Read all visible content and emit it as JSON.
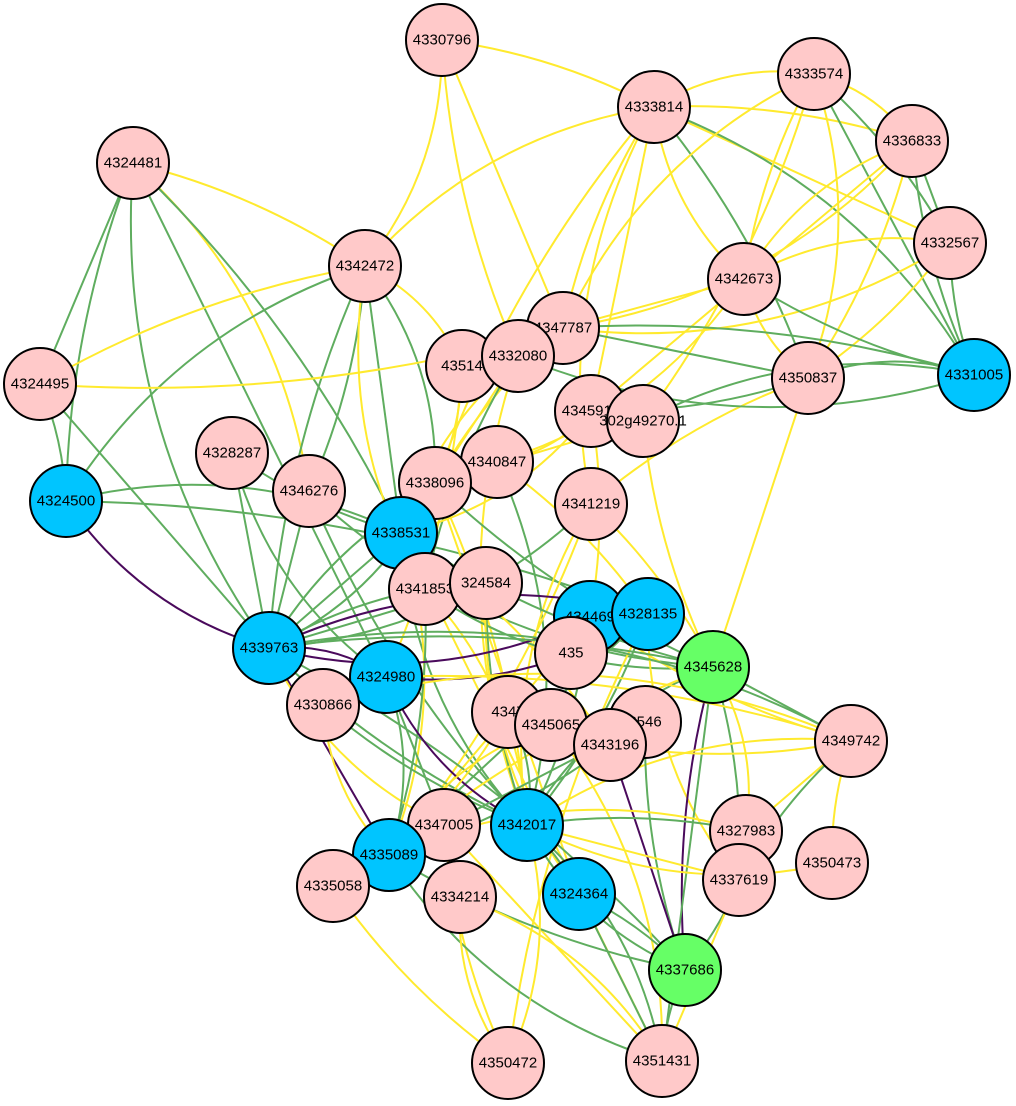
{
  "legend": {
    "node_colors": {
      "default": "#ffc9c9",
      "hub": "#00c5ff",
      "highlight": "#66ff66"
    },
    "edge_colors": {
      "yellow": "#ffea2e",
      "green": "#5fad5f",
      "purple": "#4a0a5c"
    }
  },
  "nodes": [
    {
      "id": "n4330796",
      "label": "4330796",
      "type": "default"
    },
    {
      "id": "n4333814",
      "label": "4333814",
      "type": "default"
    },
    {
      "id": "n4333574",
      "label": "4333574",
      "type": "default"
    },
    {
      "id": "n4336833",
      "label": "4336833",
      "type": "default"
    },
    {
      "id": "n4324481",
      "label": "4324481",
      "type": "default"
    },
    {
      "id": "n4342472",
      "label": "4342472",
      "type": "default"
    },
    {
      "id": "n4332567",
      "label": "4332567",
      "type": "default"
    },
    {
      "id": "n4342673",
      "label": "4342673",
      "type": "default"
    },
    {
      "id": "n4347787",
      "label": "4347787",
      "type": "default"
    },
    {
      "id": "n43514",
      "label": "43514",
      "type": "default"
    },
    {
      "id": "n4332080",
      "label": "4332080",
      "type": "default"
    },
    {
      "id": "n4324495",
      "label": "4324495",
      "type": "default"
    },
    {
      "id": "n4350837",
      "label": "4350837",
      "type": "default"
    },
    {
      "id": "n4331005",
      "label": "4331005",
      "type": "hub"
    },
    {
      "id": "n4345910",
      "label": "4345910",
      "type": "default"
    },
    {
      "id": "n302g49270",
      "label": "302g49270.1",
      "type": "default"
    },
    {
      "id": "n4328287",
      "label": "4328287",
      "type": "default"
    },
    {
      "id": "n4340847",
      "label": "4340847",
      "type": "default"
    },
    {
      "id": "n4346276",
      "label": "4346276",
      "type": "default"
    },
    {
      "id": "n4338096",
      "label": "4338096",
      "type": "default"
    },
    {
      "id": "n4341219",
      "label": "4341219",
      "type": "default"
    },
    {
      "id": "n4324500",
      "label": "4324500",
      "type": "hub"
    },
    {
      "id": "n4338531",
      "label": "4338531",
      "type": "hub"
    },
    {
      "id": "n4341853",
      "label": "4341853",
      "type": "default"
    },
    {
      "id": "n324584",
      "label": "324584",
      "type": "default"
    },
    {
      "id": "n434469",
      "label": "434469",
      "type": "hub"
    },
    {
      "id": "n4328135",
      "label": "4328135",
      "type": "hub"
    },
    {
      "id": "n4339763",
      "label": "4339763",
      "type": "hub"
    },
    {
      "id": "n4345628",
      "label": "4345628",
      "type": "highlight"
    },
    {
      "id": "n435",
      "label": "435",
      "type": "default"
    },
    {
      "id": "n4324980",
      "label": "4324980",
      "type": "hub"
    },
    {
      "id": "n4330866",
      "label": "4330866",
      "type": "default"
    },
    {
      "id": "n4349742",
      "label": "4349742",
      "type": "default"
    },
    {
      "id": "n4347",
      "label": "4347",
      "type": "default"
    },
    {
      "id": "n6546",
      "label": "6546",
      "type": "default"
    },
    {
      "id": "n4345065",
      "label": "4345065",
      "type": "default"
    },
    {
      "id": "n4343196",
      "label": "4343196",
      "type": "default"
    },
    {
      "id": "n4327983",
      "label": "4327983",
      "type": "default"
    },
    {
      "id": "n4347005",
      "label": "4347005",
      "type": "default"
    },
    {
      "id": "n4342017",
      "label": "4342017",
      "type": "hub"
    },
    {
      "id": "n4350473",
      "label": "4350473",
      "type": "default"
    },
    {
      "id": "n4335089",
      "label": "4335089",
      "type": "hub"
    },
    {
      "id": "n4337619",
      "label": "4337619",
      "type": "default"
    },
    {
      "id": "n4335058",
      "label": "4335058",
      "type": "default"
    },
    {
      "id": "n4334214",
      "label": "4334214",
      "type": "default"
    },
    {
      "id": "n4324364",
      "label": "4324364",
      "type": "hub"
    },
    {
      "id": "n4337686",
      "label": "4337686",
      "type": "highlight"
    },
    {
      "id": "n4350472",
      "label": "4350472",
      "type": "default"
    },
    {
      "id": "n4351431",
      "label": "4351431",
      "type": "default"
    }
  ],
  "edges": [
    [
      "n4330796",
      "n4342472",
      "yellow"
    ],
    [
      "n4330796",
      "n4333814",
      "yellow"
    ],
    [
      "n4330796",
      "n4347787",
      "yellow"
    ],
    [
      "n4330796",
      "n4332080",
      "yellow"
    ],
    [
      "n4333814",
      "n4342472",
      "yellow"
    ],
    [
      "n4333814",
      "n4333574",
      "yellow"
    ],
    [
      "n4333814",
      "n4336833",
      "yellow"
    ],
    [
      "n4333814",
      "n4332567",
      "yellow"
    ],
    [
      "n4333814",
      "n4347787",
      "yellow"
    ],
    [
      "n4333814",
      "n4342673",
      "yellow"
    ],
    [
      "n4333814",
      "n4331005",
      "green"
    ],
    [
      "n4333814",
      "n4350837",
      "green"
    ],
    [
      "n4333814",
      "n4345910",
      "yellow"
    ],
    [
      "n4333814",
      "n4338096",
      "yellow"
    ],
    [
      "n4333814",
      "n4341219",
      "yellow"
    ],
    [
      "n4333574",
      "n4336833",
      "yellow"
    ],
    [
      "n4333574",
      "n4332567",
      "green"
    ],
    [
      "n4333574",
      "n4331005",
      "green"
    ],
    [
      "n4333574",
      "n4342673",
      "yellow"
    ],
    [
      "n4333574",
      "n4347787",
      "yellow"
    ],
    [
      "n4333574",
      "n4350837",
      "yellow"
    ],
    [
      "n4333574",
      "n302g49270",
      "yellow"
    ],
    [
      "n4336833",
      "n4332567",
      "green"
    ],
    [
      "n4336833",
      "n4331005",
      "green"
    ],
    [
      "n4336833",
      "n4342673",
      "yellow"
    ],
    [
      "n4336833",
      "n4347787",
      "yellow"
    ],
    [
      "n4336833",
      "n4350837",
      "yellow"
    ],
    [
      "n4336833",
      "n4345910",
      "yellow"
    ],
    [
      "n4332567",
      "n4331005",
      "green"
    ],
    [
      "n4332567",
      "n4342673",
      "yellow"
    ],
    [
      "n4332567",
      "n4347787",
      "yellow"
    ],
    [
      "n4332567",
      "n4350837",
      "yellow"
    ],
    [
      "n4342673",
      "n4347787",
      "yellow"
    ],
    [
      "n4342673",
      "n4331005",
      "green"
    ],
    [
      "n4342673",
      "n4350837",
      "yellow"
    ],
    [
      "n4342673",
      "n4340847",
      "yellow"
    ],
    [
      "n4347787",
      "n4331005",
      "green"
    ],
    [
      "n4347787",
      "n4350837",
      "green"
    ],
    [
      "n4347787",
      "n4338096",
      "yellow"
    ],
    [
      "n4347787",
      "n4338531",
      "yellow"
    ],
    [
      "n4350837",
      "n4331005",
      "green"
    ],
    [
      "n4350837",
      "n4345910",
      "green"
    ],
    [
      "n4350837",
      "n4345628",
      "yellow"
    ],
    [
      "n4350837",
      "n4341219",
      "yellow"
    ],
    [
      "n4331005",
      "n302g49270",
      "green"
    ],
    [
      "n4331005",
      "n4332080",
      "green"
    ],
    [
      "n4324481",
      "n4342472",
      "yellow"
    ],
    [
      "n4324481",
      "n4324495",
      "green"
    ],
    [
      "n4324481",
      "n4324500",
      "green"
    ],
    [
      "n4324481",
      "n4339763",
      "green"
    ],
    [
      "n4324481",
      "n4346276",
      "yellow"
    ],
    [
      "n4324481",
      "n4338531",
      "green"
    ],
    [
      "n4324481",
      "n4324980",
      "green"
    ],
    [
      "n4342472",
      "n4324495",
      "yellow"
    ],
    [
      "n4342472",
      "n4324500",
      "green"
    ],
    [
      "n4342472",
      "n4338096",
      "green"
    ],
    [
      "n4342472",
      "n4346276",
      "green"
    ],
    [
      "n4342472",
      "n4338531",
      "green"
    ],
    [
      "n4342472",
      "n4339763",
      "green"
    ],
    [
      "n4342472",
      "n4341853",
      "yellow"
    ],
    [
      "n4342472",
      "n43514",
      "yellow"
    ],
    [
      "n4324495",
      "n4324500",
      "green"
    ],
    [
      "n4324495",
      "n4339763",
      "green"
    ],
    [
      "n4324495",
      "n4347787",
      "yellow"
    ],
    [
      "n4324500",
      "n4339763",
      "purple"
    ],
    [
      "n4324500",
      "n4338531",
      "green"
    ],
    [
      "n4324500",
      "n4328135",
      "green"
    ],
    [
      "n4328287",
      "n4339763",
      "green"
    ],
    [
      "n4328287",
      "n4338531",
      "green"
    ],
    [
      "n4328287",
      "n4324980",
      "green"
    ],
    [
      "n43514",
      "n4338531",
      "yellow"
    ],
    [
      "n43514",
      "n4324980",
      "yellow"
    ],
    [
      "n4332080",
      "n4338096",
      "yellow"
    ],
    [
      "n4332080",
      "n4341853",
      "green"
    ],
    [
      "n4332080",
      "n4342017",
      "yellow"
    ],
    [
      "n4345910",
      "n4338531",
      "yellow"
    ],
    [
      "n4345910",
      "n434469",
      "yellow"
    ],
    [
      "n302g49270",
      "n4338096",
      "yellow"
    ],
    [
      "n302g49270",
      "n4345628",
      "yellow"
    ],
    [
      "n4340847",
      "n4339763",
      "green"
    ],
    [
      "n4340847",
      "n4342017",
      "green"
    ],
    [
      "n4340847",
      "n4328135",
      "yellow"
    ],
    [
      "n4346276",
      "n4339763",
      "green"
    ],
    [
      "n4346276",
      "n4342017",
      "green"
    ],
    [
      "n4346276",
      "n4345628",
      "green"
    ],
    [
      "n4338096",
      "n4339763",
      "green"
    ],
    [
      "n4338096",
      "n4342017",
      "yellow"
    ],
    [
      "n4338096",
      "n4324364",
      "yellow"
    ],
    [
      "n4338096",
      "n4345628",
      "green"
    ],
    [
      "n4341219",
      "n4342017",
      "yellow"
    ],
    [
      "n4341219",
      "n4339763",
      "green"
    ],
    [
      "n4341219",
      "n4335089",
      "yellow"
    ],
    [
      "n4338531",
      "n4339763",
      "green"
    ],
    [
      "n4338531",
      "n4345628",
      "green"
    ],
    [
      "n4338531",
      "n4342017",
      "green"
    ],
    [
      "n4338531",
      "n4335089",
      "yellow"
    ],
    [
      "n4338531",
      "n4343196",
      "yellow"
    ],
    [
      "n4338531",
      "n4351431",
      "yellow"
    ],
    [
      "n4341853",
      "n4339763",
      "green"
    ],
    [
      "n4341853",
      "n4345628",
      "green"
    ],
    [
      "n4341853",
      "n4342017",
      "yellow"
    ],
    [
      "n4341853",
      "n4335089",
      "green"
    ],
    [
      "n324584",
      "n4339763",
      "green"
    ],
    [
      "n324584",
      "n4342017",
      "green"
    ],
    [
      "n324584",
      "n4324364",
      "yellow"
    ],
    [
      "n434469",
      "n4339763",
      "purple"
    ],
    [
      "n434469",
      "n4342017",
      "green"
    ],
    [
      "n434469",
      "n4335089",
      "yellow"
    ],
    [
      "n434469",
      "n4349742",
      "yellow"
    ],
    [
      "n4328135",
      "n4339763",
      "purple"
    ],
    [
      "n4328135",
      "n4324980",
      "purple"
    ],
    [
      "n4328135",
      "n4342017",
      "green"
    ],
    [
      "n4328135",
      "n4335089",
      "green"
    ],
    [
      "n4328135",
      "n4350472",
      "yellow"
    ],
    [
      "n4328135",
      "n4337619",
      "yellow"
    ],
    [
      "n4339763",
      "n4324980",
      "purple"
    ],
    [
      "n4339763",
      "n4345628",
      "green"
    ],
    [
      "n4339763",
      "n4335089",
      "purple"
    ],
    [
      "n4339763",
      "n4342017",
      "green"
    ],
    [
      "n4339763",
      "n4347005",
      "yellow"
    ],
    [
      "n4339763",
      "n4349742",
      "green"
    ],
    [
      "n4339763",
      "n4337686",
      "green"
    ],
    [
      "n4345628",
      "n4349742",
      "green"
    ],
    [
      "n4345628",
      "n4337686",
      "purple"
    ],
    [
      "n4345628",
      "n4342017",
      "green"
    ],
    [
      "n4345628",
      "n4327983",
      "yellow"
    ],
    [
      "n4345628",
      "n4337619",
      "green"
    ],
    [
      "n4345628",
      "n4351431",
      "green"
    ],
    [
      "n4345628",
      "n4335089",
      "yellow"
    ],
    [
      "n4324980",
      "n4342017",
      "purple"
    ],
    [
      "n4324980",
      "n4335089",
      "green"
    ],
    [
      "n4324980",
      "n4349742",
      "yellow"
    ],
    [
      "n4324980",
      "n4347005",
      "green"
    ],
    [
      "n4330866",
      "n4342017",
      "green"
    ],
    [
      "n4330866",
      "n4335089",
      "yellow"
    ],
    [
      "n4330866",
      "n4349742",
      "yellow"
    ],
    [
      "n4349742",
      "n4343196",
      "yellow"
    ],
    [
      "n4349742",
      "n4327983",
      "yellow"
    ],
    [
      "n4349742",
      "n4337619",
      "green"
    ],
    [
      "n4349742",
      "n4342017",
      "yellow"
    ],
    [
      "n4347",
      "n4342017",
      "green"
    ],
    [
      "n4347",
      "n4335089",
      "yellow"
    ],
    [
      "n6546",
      "n4335089",
      "green"
    ],
    [
      "n6546",
      "n4337686",
      "green"
    ],
    [
      "n4345065",
      "n4335089",
      "yellow"
    ],
    [
      "n4345065",
      "n4351431",
      "yellow"
    ],
    [
      "n4343196",
      "n4335089",
      "green"
    ],
    [
      "n4343196",
      "n4337686",
      "purple"
    ],
    [
      "n4327983",
      "n4342017",
      "green"
    ],
    [
      "n4327983",
      "n4335089",
      "yellow"
    ],
    [
      "n4350473",
      "n4342017",
      "yellow"
    ],
    [
      "n4350473",
      "n4349742",
      "yellow"
    ],
    [
      "n4347005",
      "n4351431",
      "yellow"
    ],
    [
      "n4347005",
      "n4350472",
      "yellow"
    ],
    [
      "n4342017",
      "n4337686",
      "green"
    ],
    [
      "n4342017",
      "n4351431",
      "green"
    ],
    [
      "n4342017",
      "n4324364",
      "green"
    ],
    [
      "n4342017",
      "n4337619",
      "yellow"
    ],
    [
      "n4335089",
      "n4337686",
      "green"
    ],
    [
      "n4335089",
      "n4351431",
      "green"
    ],
    [
      "n4335089",
      "n4335058",
      "green"
    ],
    [
      "n4337619",
      "n4337686",
      "green"
    ],
    [
      "n4337619",
      "n4351431",
      "yellow"
    ],
    [
      "n4335058",
      "n4350472",
      "yellow"
    ],
    [
      "n4334214",
      "n4350472",
      "yellow"
    ],
    [
      "n4334214",
      "n4351431",
      "yellow"
    ],
    [
      "n4324364",
      "n4337686",
      "green"
    ],
    [
      "n4324364",
      "n4351431",
      "green"
    ],
    [
      "n4337686",
      "n4351431",
      "green"
    ],
    [
      "n4350472",
      "n4342017",
      "yellow"
    ],
    [
      "n4345910",
      "n4340847",
      "yellow"
    ],
    [
      "n4341219",
      "n4345628",
      "yellow"
    ],
    [
      "n4324584",
      "n4345628",
      "yellow"
    ]
  ]
}
